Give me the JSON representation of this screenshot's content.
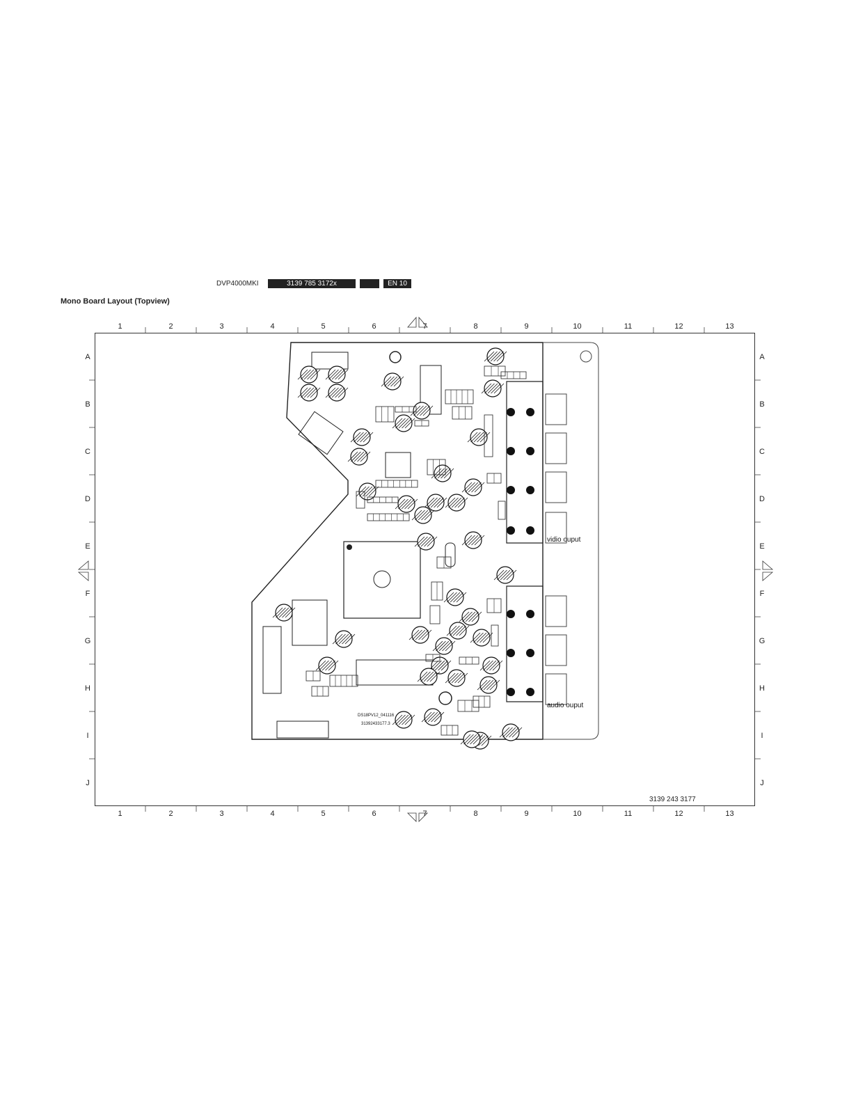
{
  "header": {
    "model": "DVP4000MKI",
    "code": "3139 785 3172x",
    "blank": "",
    "page": "EN 10"
  },
  "title": "Mono Board Layout (Topview)",
  "grid": {
    "columns": [
      "1",
      "2",
      "3",
      "4",
      "5",
      "6",
      "7",
      "8",
      "9",
      "10",
      "11",
      "12",
      "13"
    ],
    "rows": [
      "A",
      "B",
      "C",
      "D",
      "E",
      "F",
      "G",
      "H",
      "I",
      "J"
    ]
  },
  "board_labels": {
    "video_output": "vidio ouput",
    "audio_output": "audio ouput",
    "pcb_code_1": "DS18PV12_041116",
    "pcb_code_2": "31392433177.3",
    "drawing_number": "3139 243 3177"
  }
}
